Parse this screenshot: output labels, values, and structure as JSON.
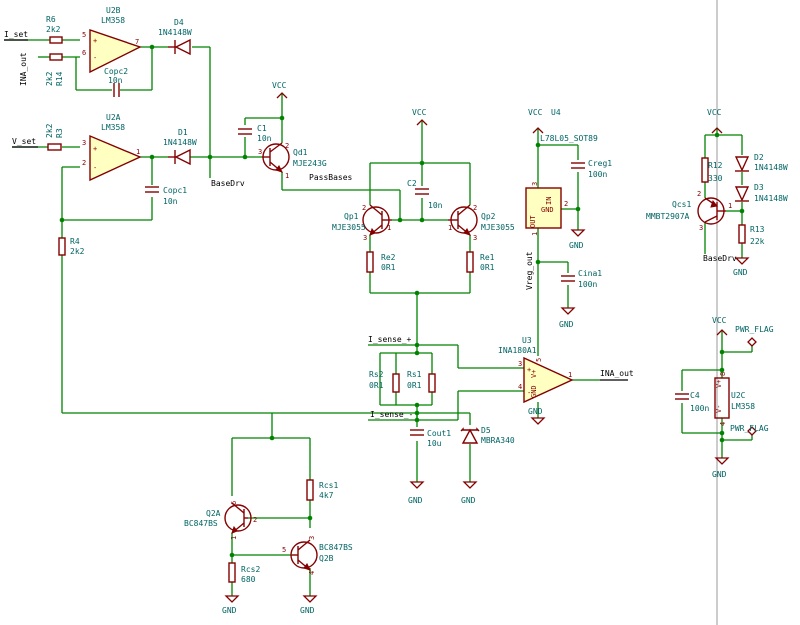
{
  "labels": {
    "i_set": "I_set",
    "v_set": "V_set",
    "ina_out_in": "INA_out",
    "ina_out_out": "INA_out",
    "basedrv": "BaseDrv",
    "basedrv_b": "BaseDrv",
    "passbases": "PassBases",
    "vreg_out": "Vreg_out",
    "i_sense_p": "I_sense_+",
    "i_sense_m": "I_sense_-"
  },
  "power": {
    "vcc1": "VCC",
    "vcc2": "VCC",
    "vcc3": "VCC",
    "vcc4": "VCC",
    "vcc5": "VCC",
    "gnd1": "GND",
    "gnd2": "GND",
    "gnd3": "GND",
    "gnd4": "GND",
    "gnd5": "GND",
    "gnd6": "GND",
    "gnd7": "GND",
    "gnd8": "GND",
    "gnd9": "GND",
    "pwr_flag1": "PWR_FLAG",
    "pwr_flag2": "PWR_FLAG"
  },
  "components": {
    "R6": {
      "ref": "R6",
      "value": "2k2"
    },
    "R14": {
      "ref": "R14",
      "value": "2k2"
    },
    "R3": {
      "ref": "R3",
      "value": "2k2"
    },
    "R4": {
      "ref": "R4",
      "value": "2k2"
    },
    "U2B": {
      "ref": "U2B",
      "value": "LM358"
    },
    "U2A": {
      "ref": "U2A",
      "value": "LM358"
    },
    "U2C": {
      "ref": "U2C",
      "value": "LM358"
    },
    "D4": {
      "ref": "D4",
      "value": "1N4148W"
    },
    "D1": {
      "ref": "D1",
      "value": "1N4148W"
    },
    "D2": {
      "ref": "D2",
      "value": "1N4148W"
    },
    "D3": {
      "ref": "D3",
      "value": "1N4148W"
    },
    "D5": {
      "ref": "D5",
      "value": "MBRA340"
    },
    "Copc2": {
      "ref": "Copc2",
      "value": "10n"
    },
    "Copc1": {
      "ref": "Copc1",
      "value": "10n"
    },
    "C1": {
      "ref": "C1",
      "value": "10n"
    },
    "C2": {
      "ref": "C2",
      "value": "10n"
    },
    "C4": {
      "ref": "C4",
      "value": "100n"
    },
    "Creg1": {
      "ref": "Creg1",
      "value": "100n"
    },
    "Cina1": {
      "ref": "Cina1",
      "value": "100n"
    },
    "Cout1": {
      "ref": "Cout1",
      "value": "10u"
    },
    "Qd1": {
      "ref": "Qd1",
      "value": "MJE243G"
    },
    "Qp1": {
      "ref": "Qp1",
      "value": "MJE3055"
    },
    "Qp2": {
      "ref": "Qp2",
      "value": "MJE3055"
    },
    "Qcs1": {
      "ref": "Qcs1",
      "value": "MMBT2907A"
    },
    "Q2A": {
      "ref": "Q2A",
      "value": "BC847BS"
    },
    "Q2B": {
      "ref": "Q2B",
      "value": "BC847BS"
    },
    "Re1": {
      "ref": "Re1",
      "value": "0R1"
    },
    "Re2": {
      "ref": "Re2",
      "value": "0R1"
    },
    "Rs1": {
      "ref": "Rs1",
      "value": "0R1"
    },
    "Rs2": {
      "ref": "Rs2",
      "value": "0R1"
    },
    "Rcs1": {
      "ref": "Rcs1",
      "value": "4k7"
    },
    "Rcs2": {
      "ref": "Rcs2",
      "value": "680"
    },
    "R12": {
      "ref": "R12",
      "value": "330"
    },
    "R13": {
      "ref": "R13",
      "value": "22k"
    },
    "U3": {
      "ref": "U3",
      "value": "INA180A1"
    },
    "U4": {
      "ref": "U4",
      "value": "L78L05_SOT89"
    }
  },
  "pins": {
    "u2b_p5": "5",
    "u2b_p6": "6",
    "u2b_p7": "7",
    "u2a_p3": "3",
    "u2a_p2": "2",
    "u2a_p1": "1",
    "u2c_p8": "8",
    "u2c_p4": "4",
    "qd1_p1": "1",
    "qd1_p2": "2",
    "qd1_p3": "3",
    "qp1_p1": "1",
    "qp1_p2": "2",
    "qp1_p3": "3",
    "qp2_p1": "1",
    "qp2_p2": "2",
    "qp2_p3": "3",
    "qcs1_p1": "1",
    "qcs1_p2": "2",
    "qcs1_p3": "3",
    "q2a_p1": "1",
    "q2a_p2": "2",
    "q2a_p6": "6",
    "q2b_p3": "3",
    "q2b_p4": "4",
    "q2b_p5": "5",
    "u3_p1": "1",
    "u3_p3": "3",
    "u3_p4": "4",
    "u3_p5": "5",
    "u4_p1": "1",
    "u4_p2": "2",
    "u4_p3": "3"
  },
  "symbol_text": {
    "plus": "+",
    "minus": "-",
    "vplus": "V+",
    "vminus": "V-",
    "gnd_pin": "GND",
    "in": "IN",
    "out": "OUT",
    "gnd_u4": "GND"
  }
}
